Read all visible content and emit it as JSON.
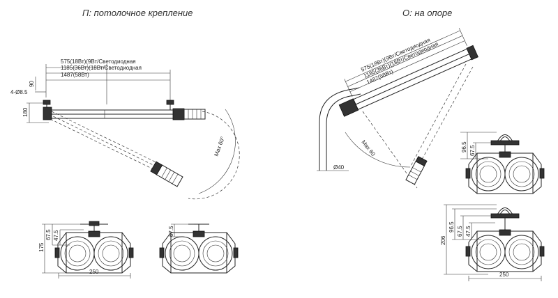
{
  "titles": {
    "left": "П: потолочное крепление",
    "right": "О: на опоре"
  },
  "dimensions": {
    "len_short": "575(18Вт)(9Вт/Светодиодная",
    "len_mid": "1185(36Вт)(18Вт/Светодиодная",
    "len_long": "1487(58Вт)",
    "mount_90": "90",
    "holes": "4-Ø8.5",
    "height_180": "180",
    "max_angle": "Max 60°",
    "max_angle_right": "Max 60",
    "pipe_dia": "Ø40",
    "h175": "175",
    "h67_5": "67.5",
    "h47_5": "47.5",
    "w250": "250",
    "h96_5": "96.5",
    "h206": "206"
  },
  "colors": {
    "line": "#222222",
    "background": "#ffffff"
  }
}
